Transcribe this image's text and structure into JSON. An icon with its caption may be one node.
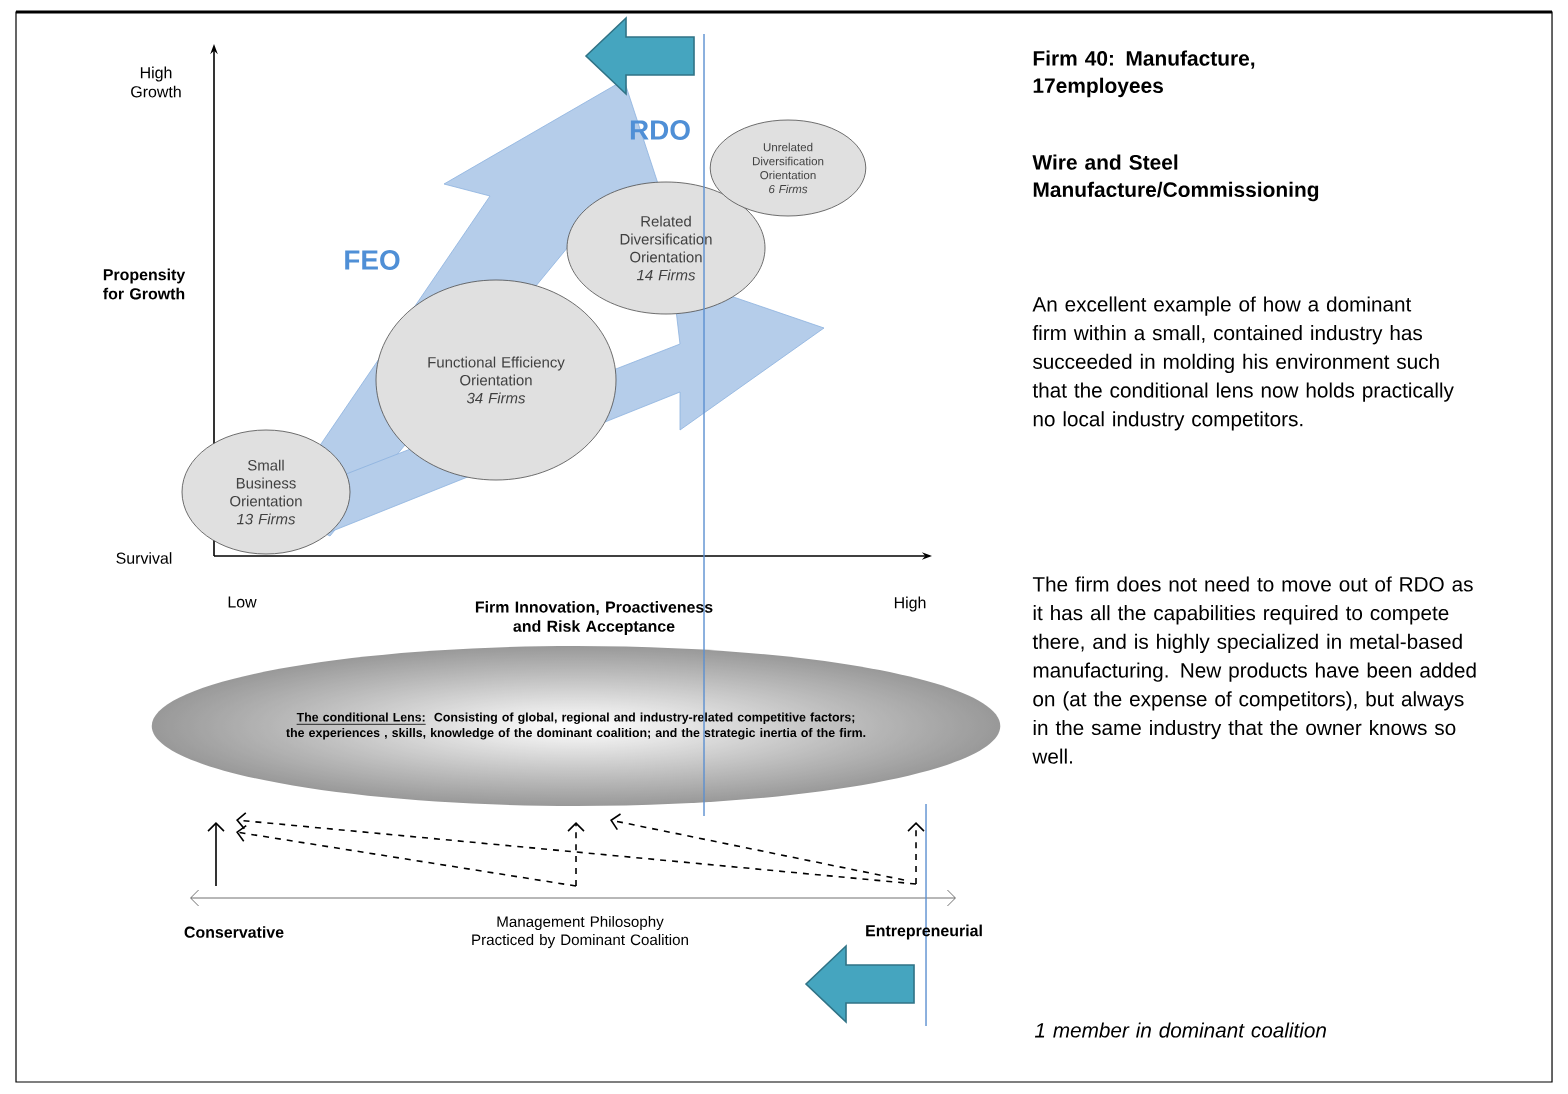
{
  "diagram": {
    "nodes": [
      {
        "text": [
          "Small Business Orientation",
          "13 Firms"
        ]
      },
      {
        "text": [
          "Functional Efficiency Orientation",
          "34 Firms"
        ]
      },
      {
        "text": [
          "Related Diversification Orientation",
          "14 Firms"
        ]
      },
      {
        "text": [
          "Unrelated Diversification Orientation",
          "6 Firms"
        ]
      },
      {
        "text": [
          "The conditional Lens:",
          "Consisting of global, regional and industry-related competitive factors;  the experiences , skills, knowledge of the dominant coalition; and the strategic inertia of the firm."
        ]
      }
    ],
    "labels": [
      "High Growth",
      "Propensity for Growth",
      "Survival",
      "Low",
      "Firm Innovation, Proactiveness and Risk Acceptance",
      "High",
      "FEO",
      "RDO",
      "Management Philosophy Practiced by Dominant Coalition",
      "Conservative",
      "Entrepreneurial",
      "Firm 40: Manufacture, 17employees",
      "Wire and Steel Manufacture/Commissioning",
      "An excellent example of how a dominant firm within a small, contained industry has succeeded in molding his environment such that the conditional lens now holds practically no local industry competitors.",
      "The firm does not need to move out of RDO as it has all the capabilities required to compete there, and is highly specialized in metal-based manufacturing. New products have been added on (at the expense of competitors), but always in the same industry that the owner knows so well.",
      "1 member in dominant coalition"
    ]
  }
}
